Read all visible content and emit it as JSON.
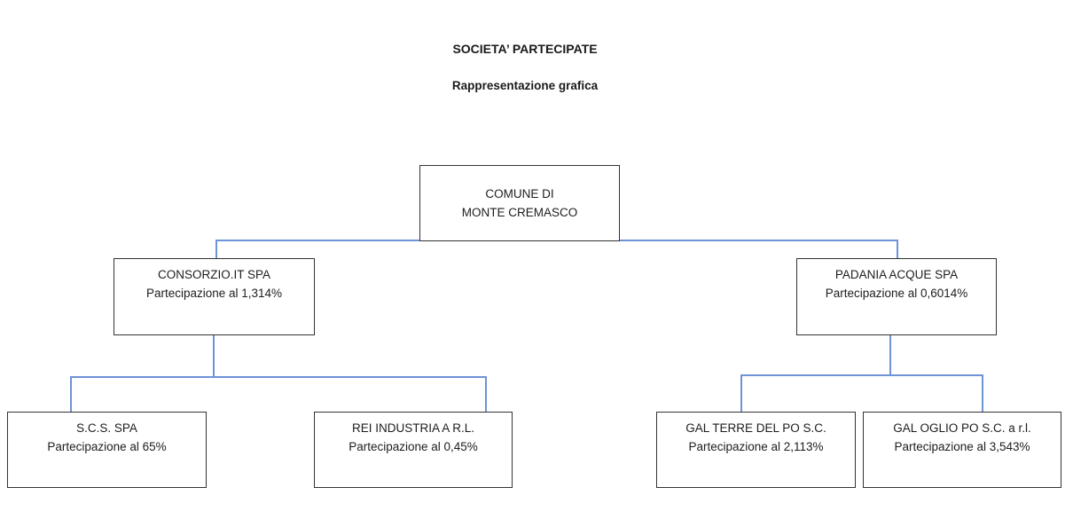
{
  "page": {
    "title": "SOCIETA’ PARTECIPATE",
    "subtitle": "Rappresentazione grafica"
  },
  "org": {
    "root": {
      "line1": "COMUNE DI",
      "line2": "MONTE CREMASCO"
    },
    "nodes": {
      "consorzio": {
        "name": "CONSORZIO.IT SPA",
        "share": "Partecipazione al 1,314%"
      },
      "padania": {
        "name": "PADANIA ACQUE SPA",
        "share": "Partecipazione al 0,6014%"
      },
      "scs": {
        "name": "S.C.S. SPA",
        "share": "Partecipazione al 65%"
      },
      "rei": {
        "name": "REI INDUSTRIA A R.L.",
        "share": "Partecipazione al 0,45%"
      },
      "gal_terre": {
        "name": "GAL TERRE DEL PO S.C.",
        "share": "Partecipazione al 2,113%"
      },
      "gal_oglio": {
        "name": "GAL OGLIO PO S.C. a r.l.",
        "share": "Partecipazione al 3,543%"
      }
    }
  },
  "colors": {
    "connector_blue": "#6f93d6",
    "box_border": "#333333",
    "background": "#ffffff",
    "text": "#1d1d1d"
  }
}
